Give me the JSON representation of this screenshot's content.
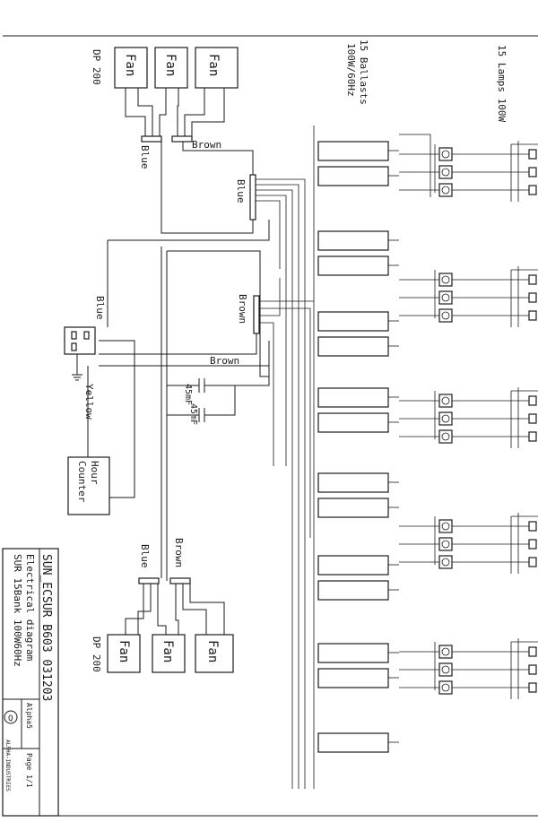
{
  "labels": {
    "lamps": "15 Lamps 100W",
    "ballasts": "15 Ballasts",
    "ballasts_spec": "100W/60Hz",
    "dp_top": "DP 200",
    "dp_bottom": "DP 200",
    "fan": "Fan",
    "blue": "Blue",
    "brown": "Brown",
    "yellow": "Yellow",
    "capacitor": "45mF",
    "hour_counter_1": "Hour",
    "hour_counter_2": "Counter"
  },
  "title_block": {
    "code": "SUN_ECSUR  B603  031203",
    "diagram": "Electrical diagram",
    "model": "SUR 15Bank 100W60Hz",
    "rev": "Alpha5",
    "page": "Page 1/1",
    "company": "ALPHA-INDUSTRIES",
    "logo": "Q"
  },
  "colors": {
    "ink": "#1a1a1a",
    "paper": "#ffffff"
  }
}
